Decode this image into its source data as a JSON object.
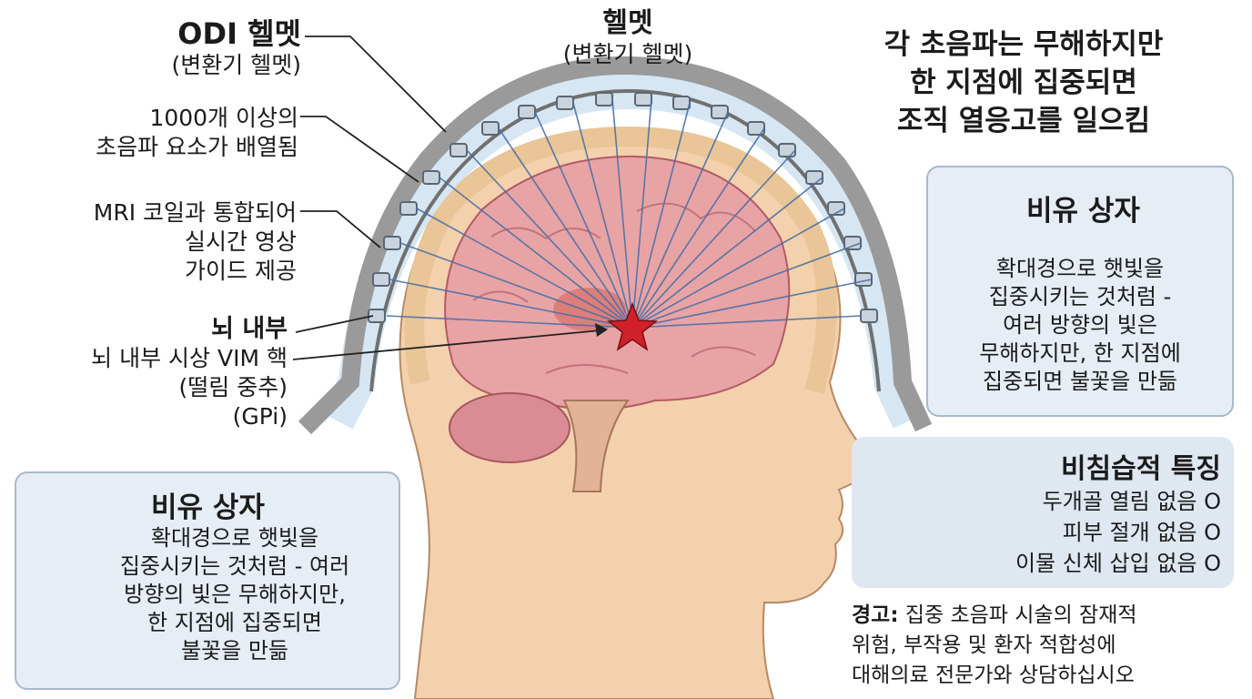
{
  "labels": {
    "odi_helmet_title": "ODI 헬멧",
    "odi_helmet_sub": "(변환기 헬멧)",
    "elements_line1": "1000개 이상의",
    "elements_line2": "초음파 요소가 배열됨",
    "mri_line1": "MRI 코일과 통합되어",
    "mri_line2": "실시간 영상",
    "mri_line3": "가이드 제공",
    "brain_inner_title": "뇌 내부",
    "target_line1": "뇌 내부 시상 VIM 핵",
    "target_line2": "(떨림 중추)",
    "target_line3": "(GPi)",
    "helmet_title": "헬멧",
    "helmet_sub": "(변환기 헬멧)"
  },
  "headline": {
    "line1": "각 초음파는 무해하지만",
    "line2": "한 지점에 집중되면",
    "line3": "조직 열응고를 일으킴"
  },
  "analogy_right": {
    "icon": "magnifier-icon",
    "title": "비유 상자",
    "lines": [
      "확대경으로 햇빛을",
      "집중시키는 것처럼 -",
      "여러 방향의 빛은",
      "무해하지만, 한 지점에",
      "집중되면 불꽃을 만듦"
    ]
  },
  "analogy_left": {
    "icon": "magnifier-icon",
    "title": "비유 상자",
    "lines": [
      "확대경으로 햇빛을",
      "집중시키는 것처럼 - 여러",
      "방향의 빛은 무해하지만,",
      "한 지점에 집중되면",
      "불꽃을 만듦"
    ]
  },
  "noninvasive": {
    "title": "비침습적 특징",
    "items": [
      "두개골 열림 없음 O",
      "피부 절개 없음 O",
      "이물 신체 삽입 없음 O"
    ]
  },
  "warning": {
    "bold": "경고:",
    "line1": " 집중 초음파 시술의 잠재적",
    "line2": "위험, 부작용 및 환자 적합성에",
    "line3": "대해의료 전문가와 상담하십시오"
  },
  "colors": {
    "helmet_gray": "#9a9a9a",
    "gel_blue": "#d6e6f3",
    "skin": "#f3d1ac",
    "brain": "#e8a3a5",
    "beam": "#4a6fa5",
    "target_star": "#d0202a",
    "box_bg": "#e6edf5"
  }
}
